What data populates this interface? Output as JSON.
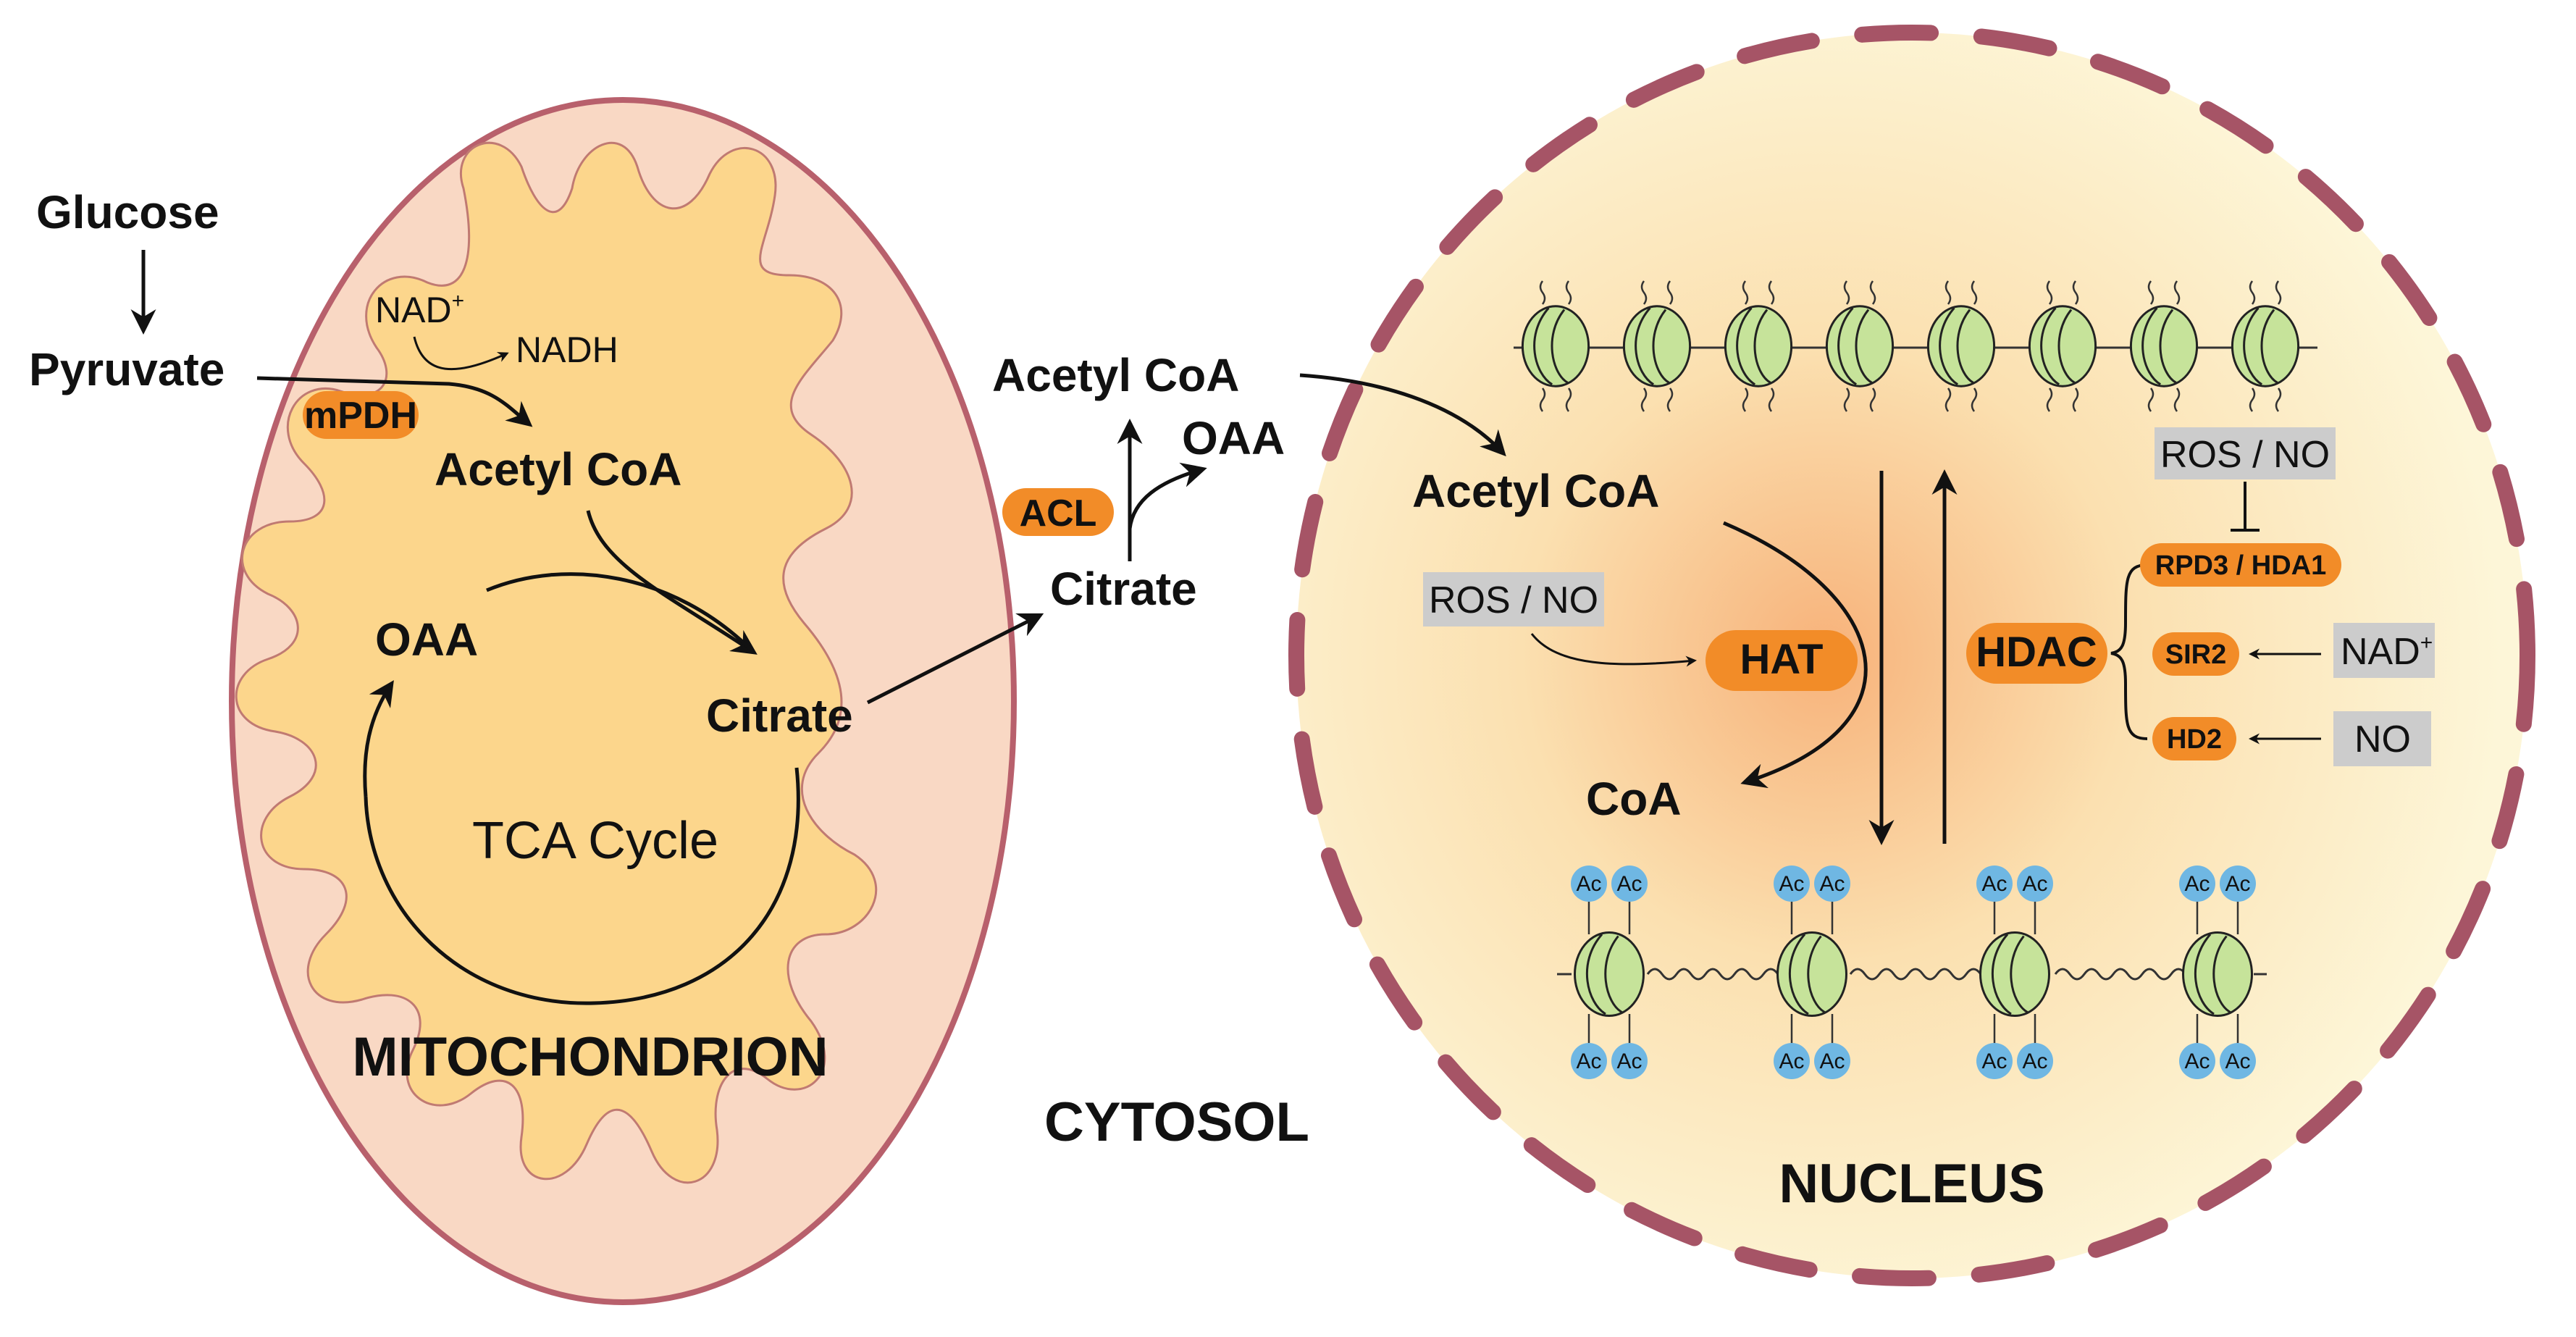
{
  "colors": {
    "mito_outer": "#f9d8c4",
    "mito_border": "#b8606c",
    "mito_inner": "#fcd68c",
    "nucleus_fill": "#fdf6d8",
    "nucleus_glow": "#f8b878",
    "nucleus_border": "#a65466",
    "enzyme": "#f28c28",
    "gray_box": "#cccccc",
    "nucleosome": "#c6e39a",
    "acetyl": "#6fb7e3"
  },
  "mitochondrion": {
    "title": "MITOCHONDRION",
    "glucose": "Glucose",
    "pyruvate": "Pyruvate",
    "nad": "NAD",
    "nad_sup": "+",
    "nadh": "NADH",
    "mpdh": "mPDH",
    "acetyl_coa": "Acetyl CoA",
    "oaa": "OAA",
    "citrate": "Citrate",
    "tca_cycle": "TCA Cycle"
  },
  "cytosol": {
    "title": "CYTOSOL",
    "acetyl_coa": "Acetyl CoA",
    "oaa": "OAA",
    "acl": "ACL",
    "citrate": "Citrate"
  },
  "nucleus": {
    "title": "NUCLEUS",
    "acetyl_coa": "Acetyl CoA",
    "coa": "CoA",
    "hat": "HAT",
    "hdac": "HDAC",
    "ros_no_left": "ROS / NO",
    "ros_no_right": "ROS / NO",
    "rpd3": "RPD3 / HDA1",
    "sir2": "SIR2",
    "hd2": "HD2",
    "nad": "NAD",
    "nad_sup": "+",
    "no": "NO",
    "ac": "Ac"
  }
}
